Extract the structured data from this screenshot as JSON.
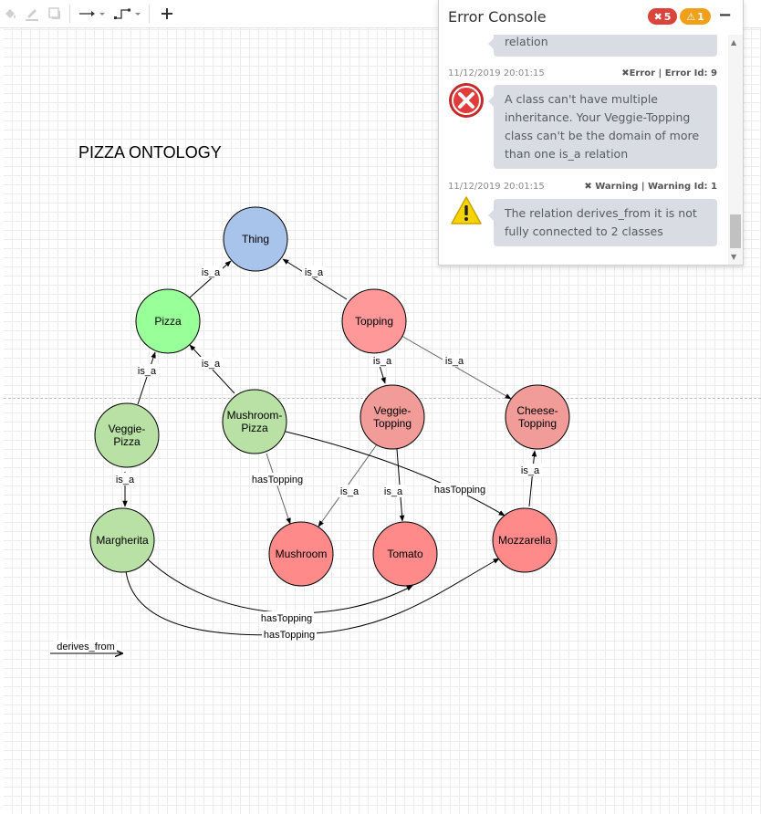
{
  "toolbar": {
    "tools": [
      "fill-color",
      "line-color",
      "shadow",
      "connection-style",
      "waypoint-style",
      "add"
    ]
  },
  "diagram": {
    "title": "PIZZA ONTOLOGY",
    "nodes": {
      "thing": "Thing",
      "pizza": "Pizza",
      "topping": "Topping",
      "veggie_pizza": [
        "Veggie-",
        "Pizza"
      ],
      "mushroom_pizza": [
        "Mushroom-",
        "Pizza"
      ],
      "veggie_topping": [
        "Veggie-",
        "Topping"
      ],
      "cheese_topping": [
        "Cheese-",
        "Topping"
      ],
      "margherita": "Margherita",
      "mushroom": "Mushroom",
      "tomato": "Tomato",
      "mozzarella": "Mozzarella"
    },
    "edge_labels": {
      "pizza_thing": "is_a",
      "topping_thing": "is_a",
      "veggiepizza_pizza": "is_a",
      "mushroompizza_pizza": "is_a",
      "veggietopping_topping": "is_a",
      "cheesetopping_topping": "is_a",
      "margherita_veggiepizza": "is_a",
      "mushroom_veggietopping": "is_a",
      "tomato_veggietopping": "is_a",
      "mozzarella_cheesetopping": "is_a",
      "mushroompizza_mushroom": "hasTopping",
      "mushroompizza_mozzarella": "hasTopping",
      "margherita_tomato": "hasTopping",
      "margherita_mozzarella": "hasTopping"
    },
    "loose_edge_label": "derives_from",
    "colors": {
      "thing": "#a9c4eb",
      "pizza": "#99ff99",
      "topping": "#ff9999",
      "green_class": "#b9e0a5",
      "red_class": "#f19c99",
      "instance_red": "#ff8a8a"
    }
  },
  "console": {
    "title": "Error Console",
    "error_count": "5",
    "warning_count": "1",
    "minimize_label": "−",
    "entries": [
      {
        "message_tail": "relation"
      },
      {
        "timestamp": "11/12/2019 20:01:15",
        "type_label": "✖Error | Error Id: 9",
        "icon": "error-icon",
        "message": [
          "A class can't have multiple",
          "inheritance. Your Veggie-Topping",
          "class can't be the domain of more",
          "than one is_a relation"
        ]
      },
      {
        "timestamp": "11/12/2019 20:01:15",
        "type_label": "✖ Warning | Warning Id: 1",
        "icon": "warning-icon",
        "message": [
          "The relation derives_from it is not",
          "fully connected to 2 classes"
        ]
      }
    ]
  }
}
